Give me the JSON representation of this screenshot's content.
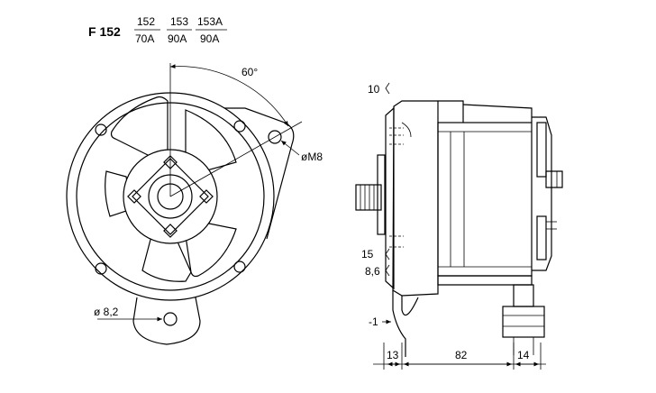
{
  "header": {
    "model": "F 152",
    "variants": [
      {
        "top": "152",
        "bottom": "70A"
      },
      {
        "top": "153",
        "bottom": "90A"
      },
      {
        "top": "153A",
        "bottom": "90A"
      }
    ]
  },
  "front_view": {
    "angle_label": "60°",
    "hole_label": "øM8",
    "mount_label": "ø 8,2"
  },
  "side_view": {
    "dims_left": [
      "10",
      "15",
      "8,6",
      "-1"
    ],
    "dims_bottom": [
      "13",
      "82",
      "14"
    ]
  }
}
